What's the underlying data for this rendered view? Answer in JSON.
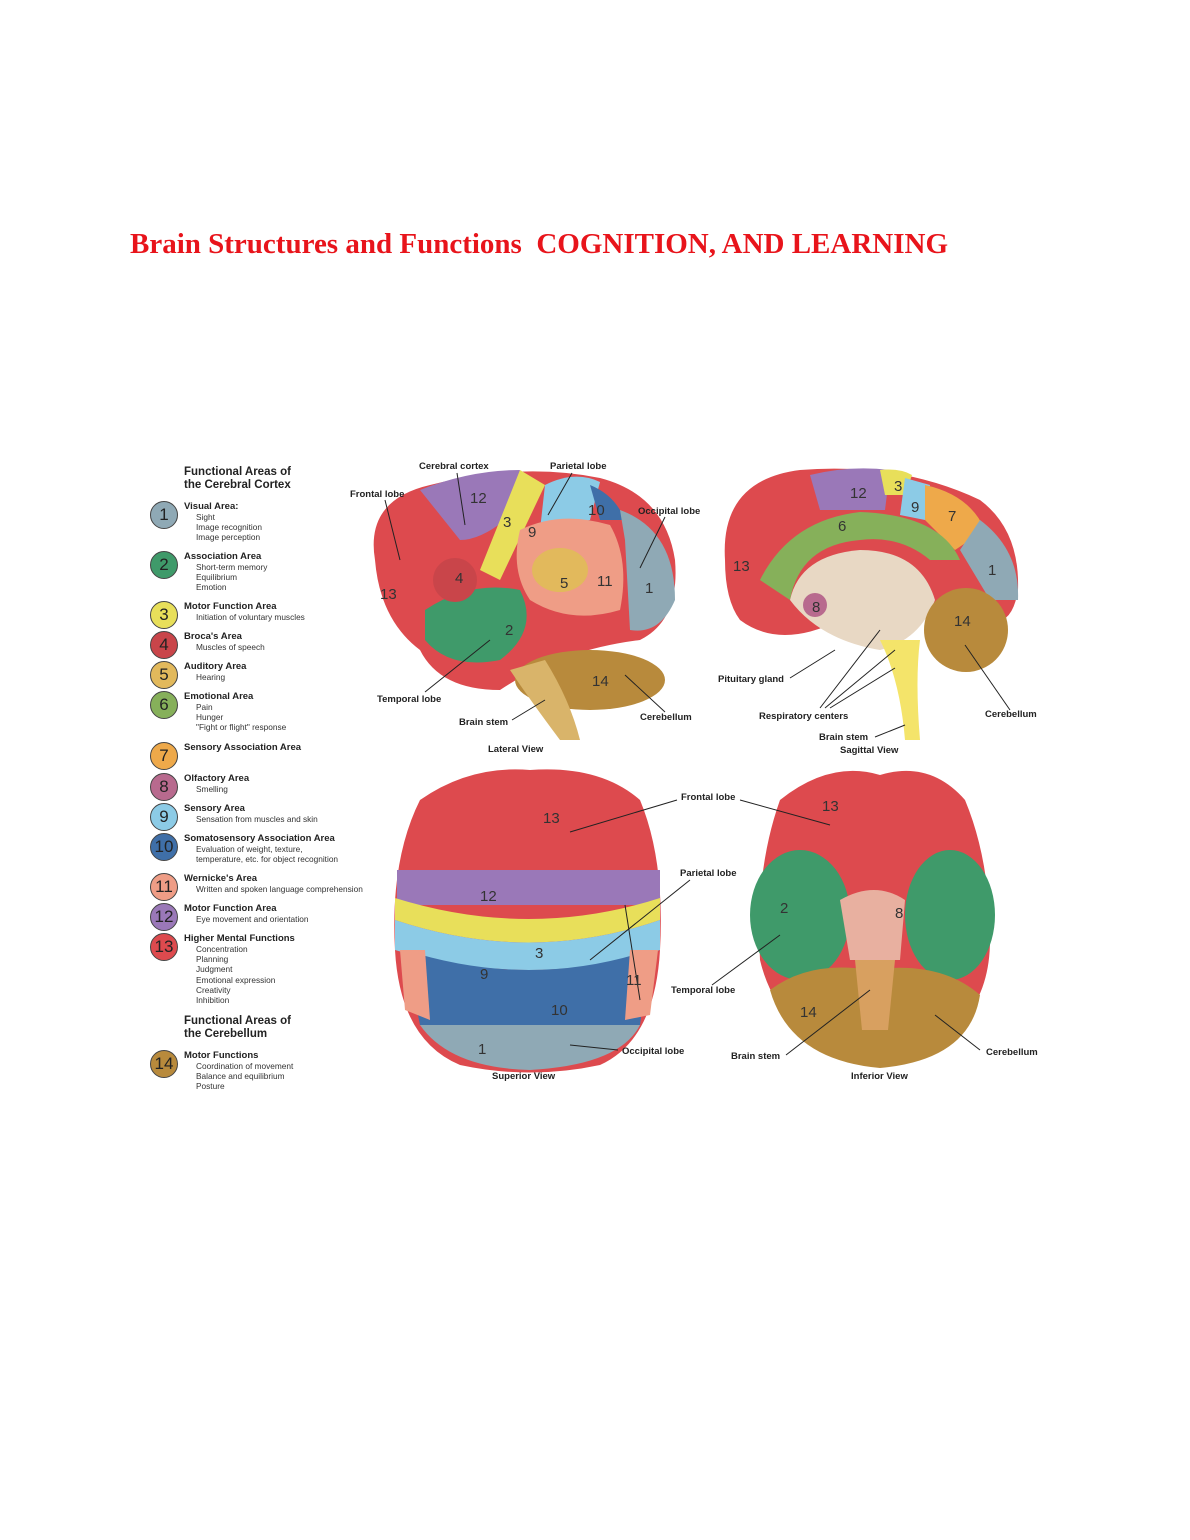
{
  "title": "Brain Structures and Functions  COGNITION, AND LEARNING",
  "legend": {
    "cortex_heading_1": "Functional Areas of",
    "cortex_heading_2": "the Cerebral Cortex",
    "cerebellum_heading_1": "Functional Areas of",
    "cerebellum_heading_2": "the Cerebellum",
    "items": [
      {
        "n": "1",
        "title": "Visual Area:",
        "lines": [
          "Sight",
          "Image recognition",
          "Image perception"
        ],
        "color": "#8fa9b5"
      },
      {
        "n": "2",
        "title": "Association Area",
        "lines": [
          "Short-term memory",
          "Equilibrium",
          "Emotion"
        ],
        "color": "#3f9a6a"
      },
      {
        "n": "3",
        "title": "Motor Function Area",
        "lines": [
          "Initiation of voluntary muscles"
        ],
        "color": "#e8df5a"
      },
      {
        "n": "4",
        "title": "Broca's Area",
        "lines": [
          "Muscles of speech"
        ],
        "color": "#c9454a"
      },
      {
        "n": "5",
        "title": "Auditory Area",
        "lines": [
          "Hearing"
        ],
        "color": "#e2b95c"
      },
      {
        "n": "6",
        "title": "Emotional Area",
        "lines": [
          "Pain",
          "Hunger",
          "\"Fight or flight\" response"
        ],
        "color": "#86b05a"
      },
      {
        "n": "7",
        "title": "Sensory Association Area",
        "lines": [],
        "color": "#eea94a"
      },
      {
        "n": "8",
        "title": "Olfactory Area",
        "lines": [
          "Smelling"
        ],
        "color": "#b86a8e"
      },
      {
        "n": "9",
        "title": "Sensory Area",
        "lines": [
          "Sensation from muscles and skin"
        ],
        "color": "#8ccbe6"
      },
      {
        "n": "10",
        "title": "Somatosensory Association Area",
        "lines": [
          "Evaluation of weight, texture,",
          "temperature, etc. for object recognition"
        ],
        "color": "#3f6fa8"
      },
      {
        "n": "11",
        "title": "Wernicke's Area",
        "lines": [
          "Written and spoken language comprehension"
        ],
        "color": "#ef9d86"
      },
      {
        "n": "12",
        "title": "Motor Function Area",
        "lines": [
          "Eye movement and orientation"
        ],
        "color": "#9a78b8"
      },
      {
        "n": "13",
        "title": "Higher Mental Functions",
        "lines": [
          "Concentration",
          "Planning",
          "Judgment",
          "Emotional expression",
          "Creativity",
          "Inhibition"
        ],
        "color": "#dd4a4e"
      },
      {
        "n": "14",
        "title": "Motor Functions",
        "lines": [
          "Coordination of movement",
          "Balance and equilibrium",
          "Posture"
        ],
        "color": "#b88a3c"
      }
    ]
  },
  "lateral": {
    "caption": "Lateral View",
    "cerebral_cortex": "Cerebral cortex",
    "parietal_lobe": "Parietal lobe",
    "frontal_lobe": "Frontal lobe",
    "occipital_lobe": "Occipital lobe",
    "temporal_lobe": "Temporal lobe",
    "brain_stem": "Brain stem",
    "cerebellum": "Cerebellum"
  },
  "sagittal": {
    "caption": "Sagittal View",
    "pituitary": "Pituitary gland",
    "respiratory": "Respiratory centers",
    "brain_stem": "Brain stem",
    "cerebellum": "Cerebellum"
  },
  "superior": {
    "caption": "Superior View",
    "frontal_lobe": "Frontal lobe",
    "parietal_lobe": "Parietal lobe",
    "occipital_lobe": "Occipital lobe"
  },
  "inferior": {
    "caption": "Inferior View",
    "temporal_lobe": "Temporal lobe",
    "brain_stem": "Brain stem",
    "cerebellum": "Cerebellum"
  }
}
